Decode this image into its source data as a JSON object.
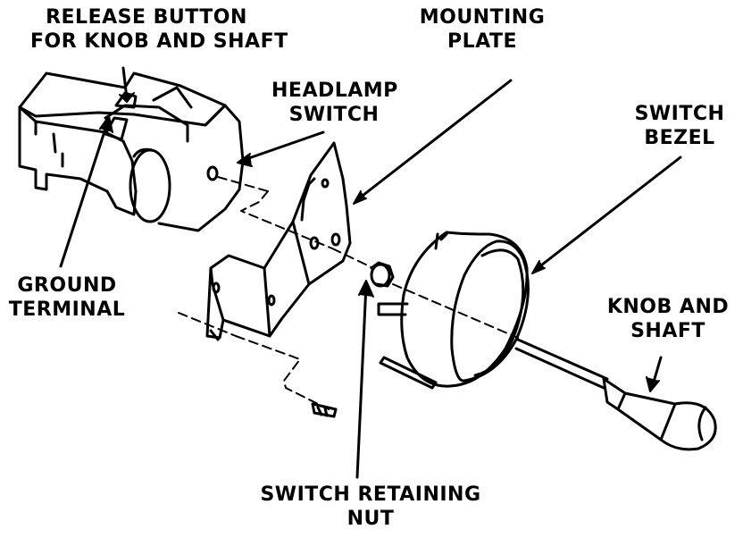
{
  "labels": {
    "release_button": {
      "line1": "RELEASE BUTTON",
      "line2": "FOR KNOB AND SHAFT"
    },
    "mounting_plate": {
      "line1": "MOUNTING",
      "line2": "PLATE"
    },
    "headlamp_switch": {
      "line1": "HEADLAMP",
      "line2": "SWITCH"
    },
    "switch_bezel": {
      "line1": "SWITCH",
      "line2": "BEZEL"
    },
    "ground_terminal": {
      "line1": "GROUND",
      "line2": "TERMINAL"
    },
    "knob_and_shaft": {
      "line1": "KNOB AND",
      "line2": "SHAFT"
    },
    "switch_retaining_nut": {
      "line1": "SWITCH RETAINING",
      "line2": "NUT"
    }
  },
  "colors": {
    "ink": "#000000",
    "paper": "#ffffff"
  }
}
